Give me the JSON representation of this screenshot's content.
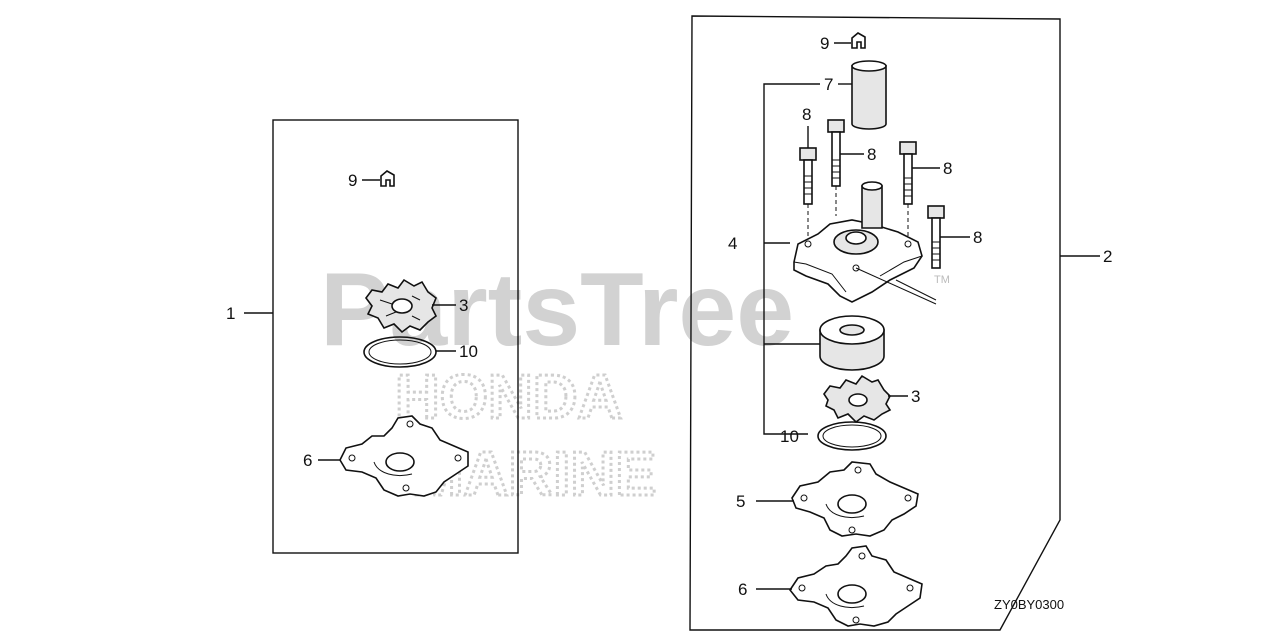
{
  "diagram": {
    "watermark": {
      "brand": "PartsTree",
      "trademark": "TM",
      "maker_line1": "HONDA",
      "maker_line2": "MARINE"
    },
    "figure_code": "ZY0BY0300",
    "left_kit": {
      "kit_label": "1",
      "callouts": {
        "clip": "9",
        "impeller": "3",
        "oring": "10",
        "plate": "6"
      }
    },
    "right_kit": {
      "kit_label": "2",
      "callouts": {
        "clip": "9",
        "tube": "7",
        "bolt_a": "8",
        "bolt_b": "8",
        "bolt_c": "8",
        "bolt_d": "8",
        "housing": "4",
        "impeller": "3",
        "oring": "10",
        "gasket": "5",
        "plate": "6"
      }
    }
  }
}
